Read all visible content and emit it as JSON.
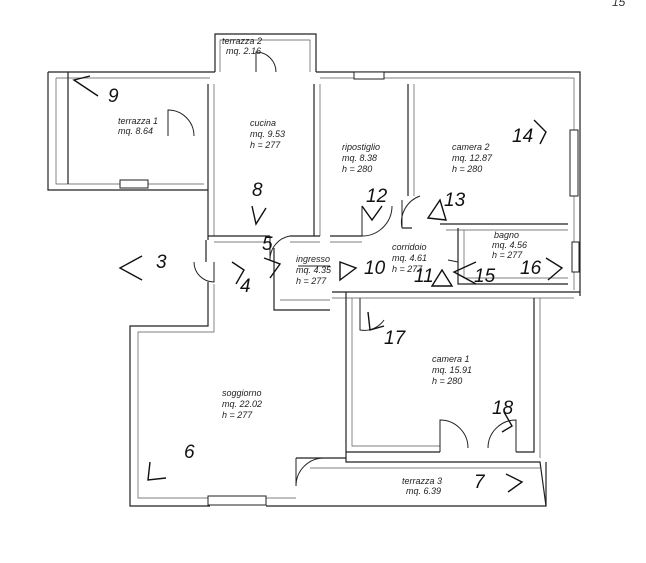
{
  "page_number": "15",
  "rooms": {
    "terrazza1": {
      "name": "terrazza 1",
      "area": "mq. 8.64"
    },
    "terrazza2": {
      "name": "terrazza 2",
      "area": "mq. 2.16"
    },
    "cucina": {
      "name": "cucina",
      "area": "mq. 9.53",
      "height": "h = 277"
    },
    "ripostiglio": {
      "name": "ripostiglio",
      "area": "mq. 8.38",
      "height": "h = 280"
    },
    "camera2": {
      "name": "camera 2",
      "area": "mq. 12.87",
      "height": "h = 280"
    },
    "bagno": {
      "name": "bagno",
      "area": "mq. 4.56",
      "height": "h = 277"
    },
    "corridoio": {
      "name": "corridoio",
      "area": "mq. 4.61",
      "height": "h = 277"
    },
    "ingresso": {
      "name": "ingresso",
      "area": "mq. 4.35",
      "height": "h = 277"
    },
    "camera1": {
      "name": "camera 1",
      "area": "mq. 15.91",
      "height": "h = 280"
    },
    "soggiorno": {
      "name": "soggiorno",
      "area": "mq. 22.02",
      "height": "h = 277"
    },
    "terrazza3": {
      "name": "terrazza 3",
      "area": "mq. 6.39"
    }
  },
  "markers": [
    "3",
    "4",
    "5",
    "6",
    "7",
    "8",
    "9",
    "10",
    "11",
    "12",
    "13",
    "14",
    "15",
    "16",
    "17",
    "18"
  ]
}
